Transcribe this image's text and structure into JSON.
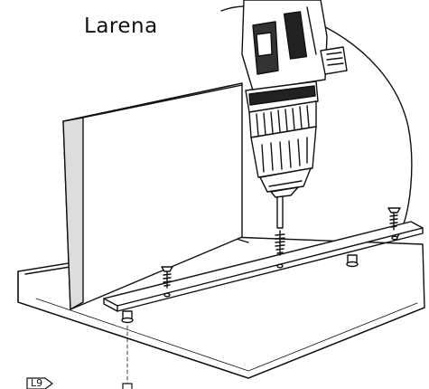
{
  "brand": {
    "text": "Larena"
  },
  "tag": {
    "text": "L9"
  },
  "colors": {
    "stroke": "#111111",
    "fill": "#ffffff",
    "shade": "#d9d9d9"
  },
  "icons": {
    "drill": "power-drill-icon",
    "screw": "screw-icon",
    "dowel": "cam-dowel-icon"
  },
  "parts": {
    "panel": "side-panel",
    "board": "base-board",
    "strip": "mounting-strip"
  }
}
